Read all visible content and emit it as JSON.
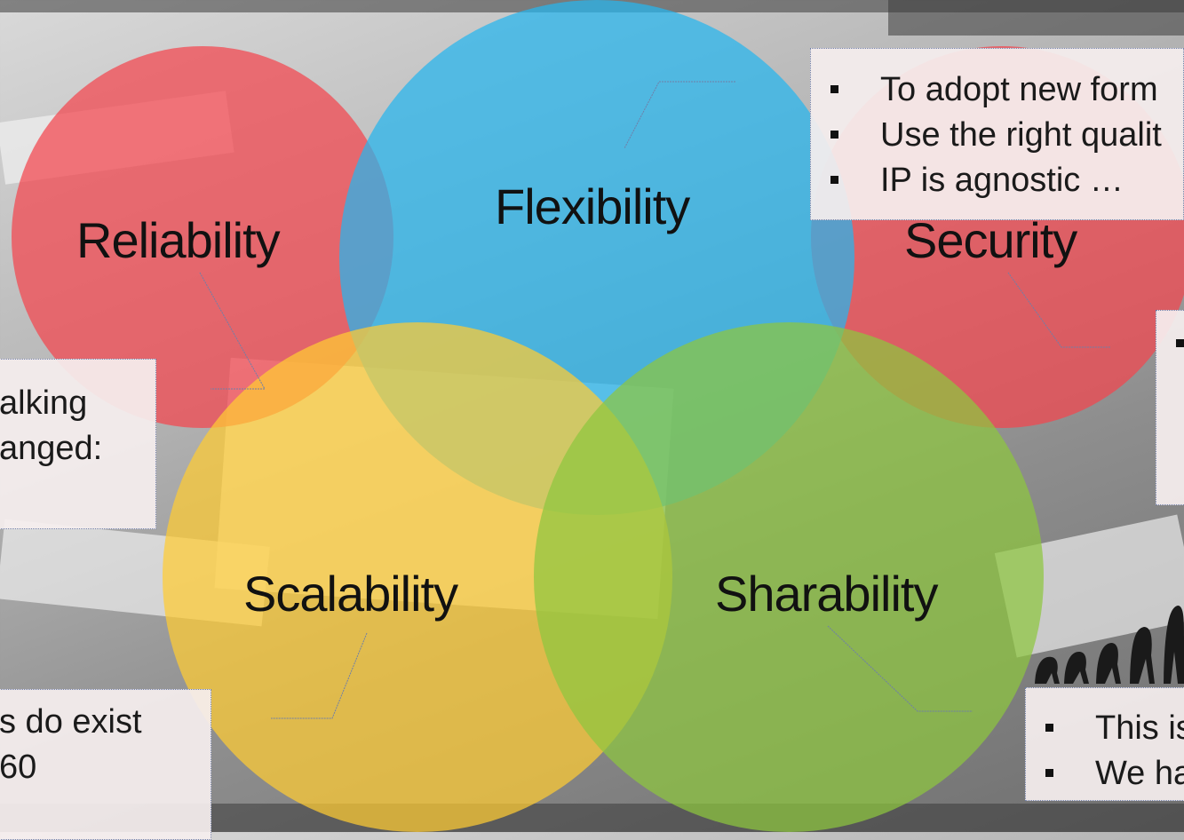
{
  "venn": {
    "circles": [
      {
        "id": "reliability",
        "label": "Reliability",
        "color": "#f4454d"
      },
      {
        "id": "flexibility",
        "label": "Flexibility",
        "color": "#26b5ef"
      },
      {
        "id": "security",
        "label": "Security",
        "color": "#f4454d"
      },
      {
        "id": "scalability",
        "label": "Scalability",
        "color": "#ffcc33"
      },
      {
        "id": "sharability",
        "label": "Sharability",
        "color": "#8dc63f"
      }
    ]
  },
  "notes": {
    "flexibility": [
      "To adopt new form",
      "Use the right qualit",
      "IP is agnostic …"
    ],
    "reliability": [
      "alking",
      "anged:"
    ],
    "scalability": [
      "s do exist",
      "60"
    ],
    "sharability": [
      "This is",
      "We ha"
    ]
  }
}
